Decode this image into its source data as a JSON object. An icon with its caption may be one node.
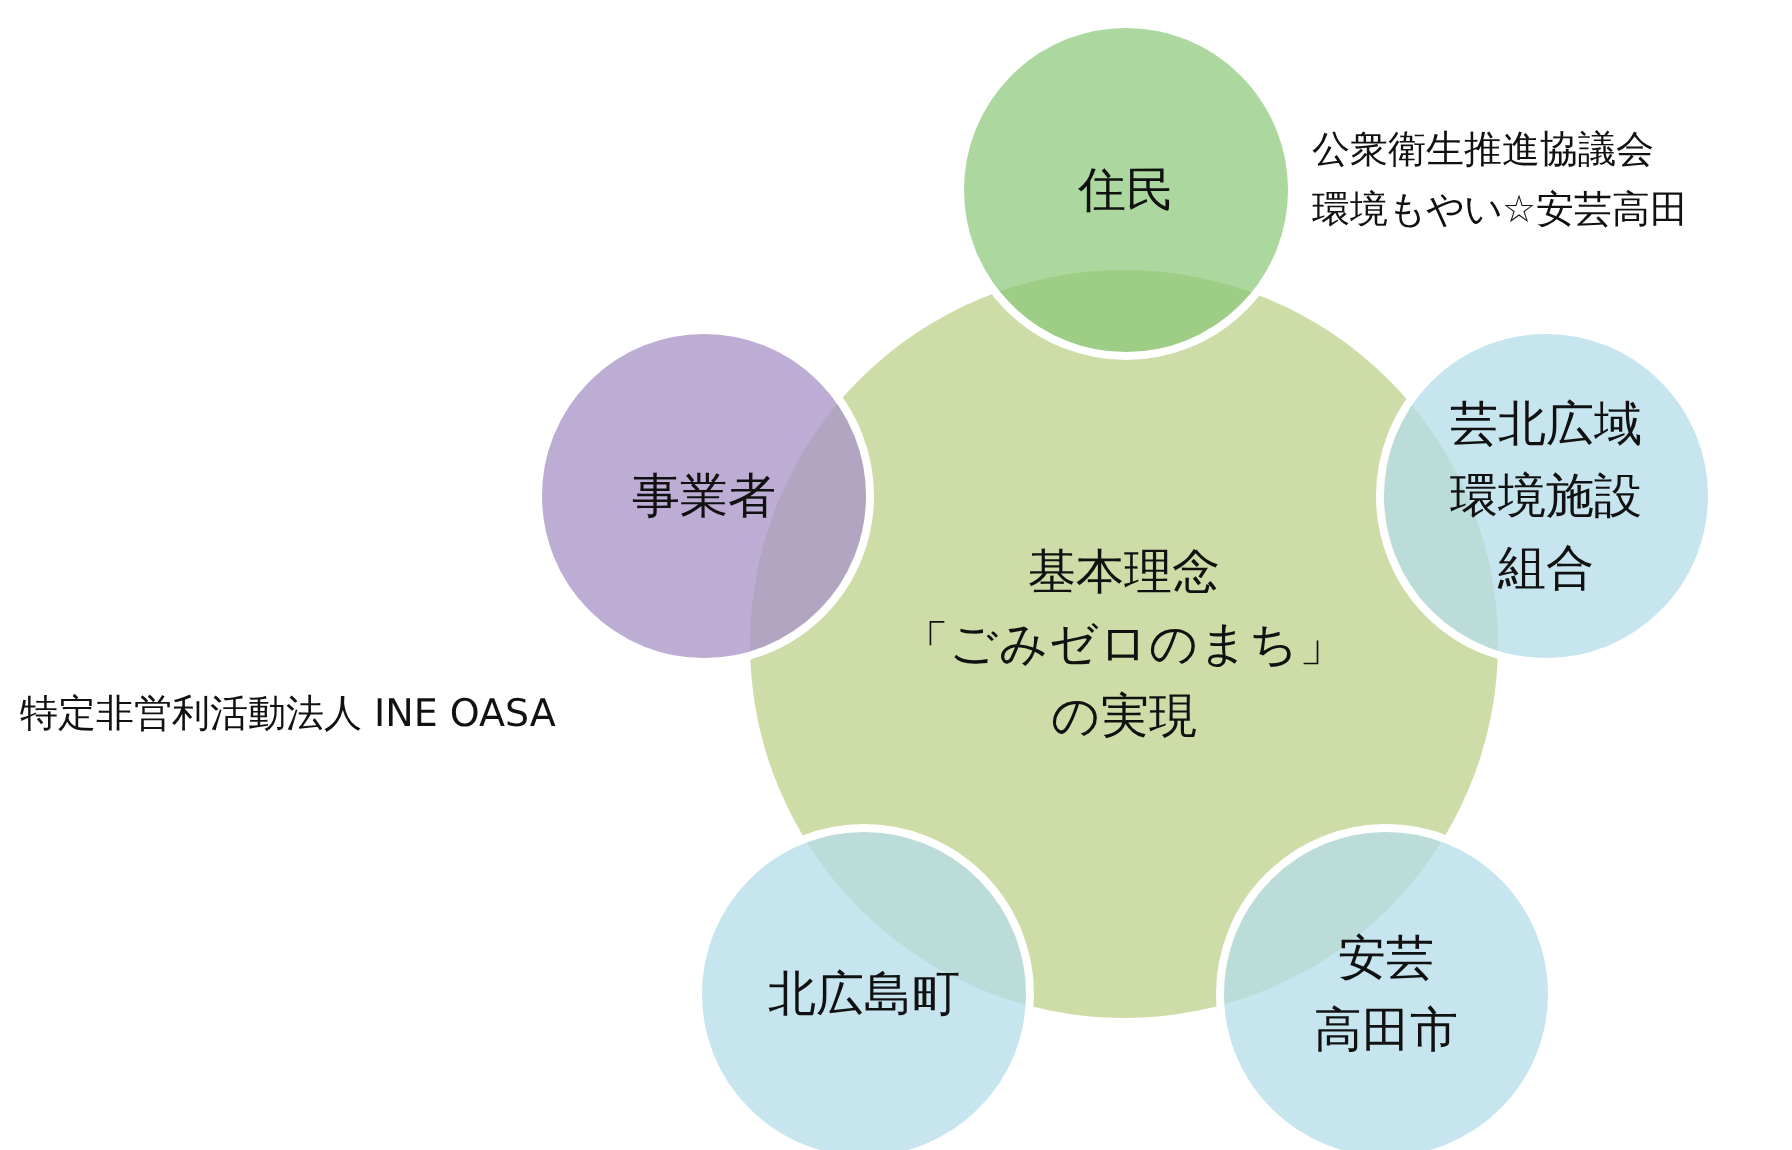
{
  "diagram": {
    "nodes": [
      {
        "text": [
          "基本理念",
          "「ごみゼロのまち」",
          "の実現"
        ]
      },
      {
        "text": [
          "住民"
        ],
        "beside": [
          "公衆衛生推進協議会",
          "環境もやい☆安芸高田"
        ]
      },
      {
        "text": [
          "芸北広域環境施設組合"
        ]
      },
      {
        "text": [
          "安芸",
          "高田市"
        ]
      },
      {
        "text": [
          "北広島町"
        ]
      },
      {
        "text": [
          "事業者"
        ],
        "beside": [
          "特定非営利活動法人 INE OASA"
        ]
      }
    ],
    "edges": []
  }
}
